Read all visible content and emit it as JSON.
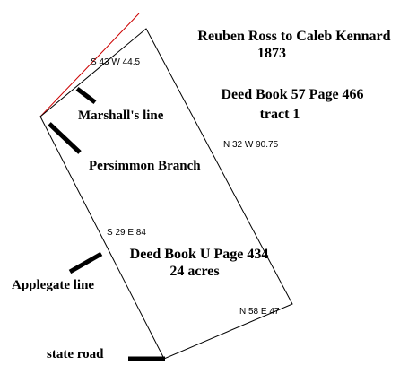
{
  "heading": {
    "line1": "Reuben Ross to Caleb Kennard",
    "line2": "1873"
  },
  "deed_top": {
    "line1": "Deed Book 57 Page 466",
    "line2": "tract 1"
  },
  "deed_bottom": {
    "line1": "Deed Book U Page 434",
    "line2": "24 acres"
  },
  "bearings": {
    "top": "S 43 W 44.5",
    "right": "N 32 W 90.75",
    "left": "S 29 E 84",
    "bottom": "N 58 E 47"
  },
  "features": {
    "marshall": "Marshall's line",
    "persimmon": "Persimmon Branch",
    "applegate": "Applegate line",
    "state_road": "state road"
  },
  "colors": {
    "boundary": "#000000",
    "boundary_extension": "#cc0000",
    "marker": "#000000"
  }
}
